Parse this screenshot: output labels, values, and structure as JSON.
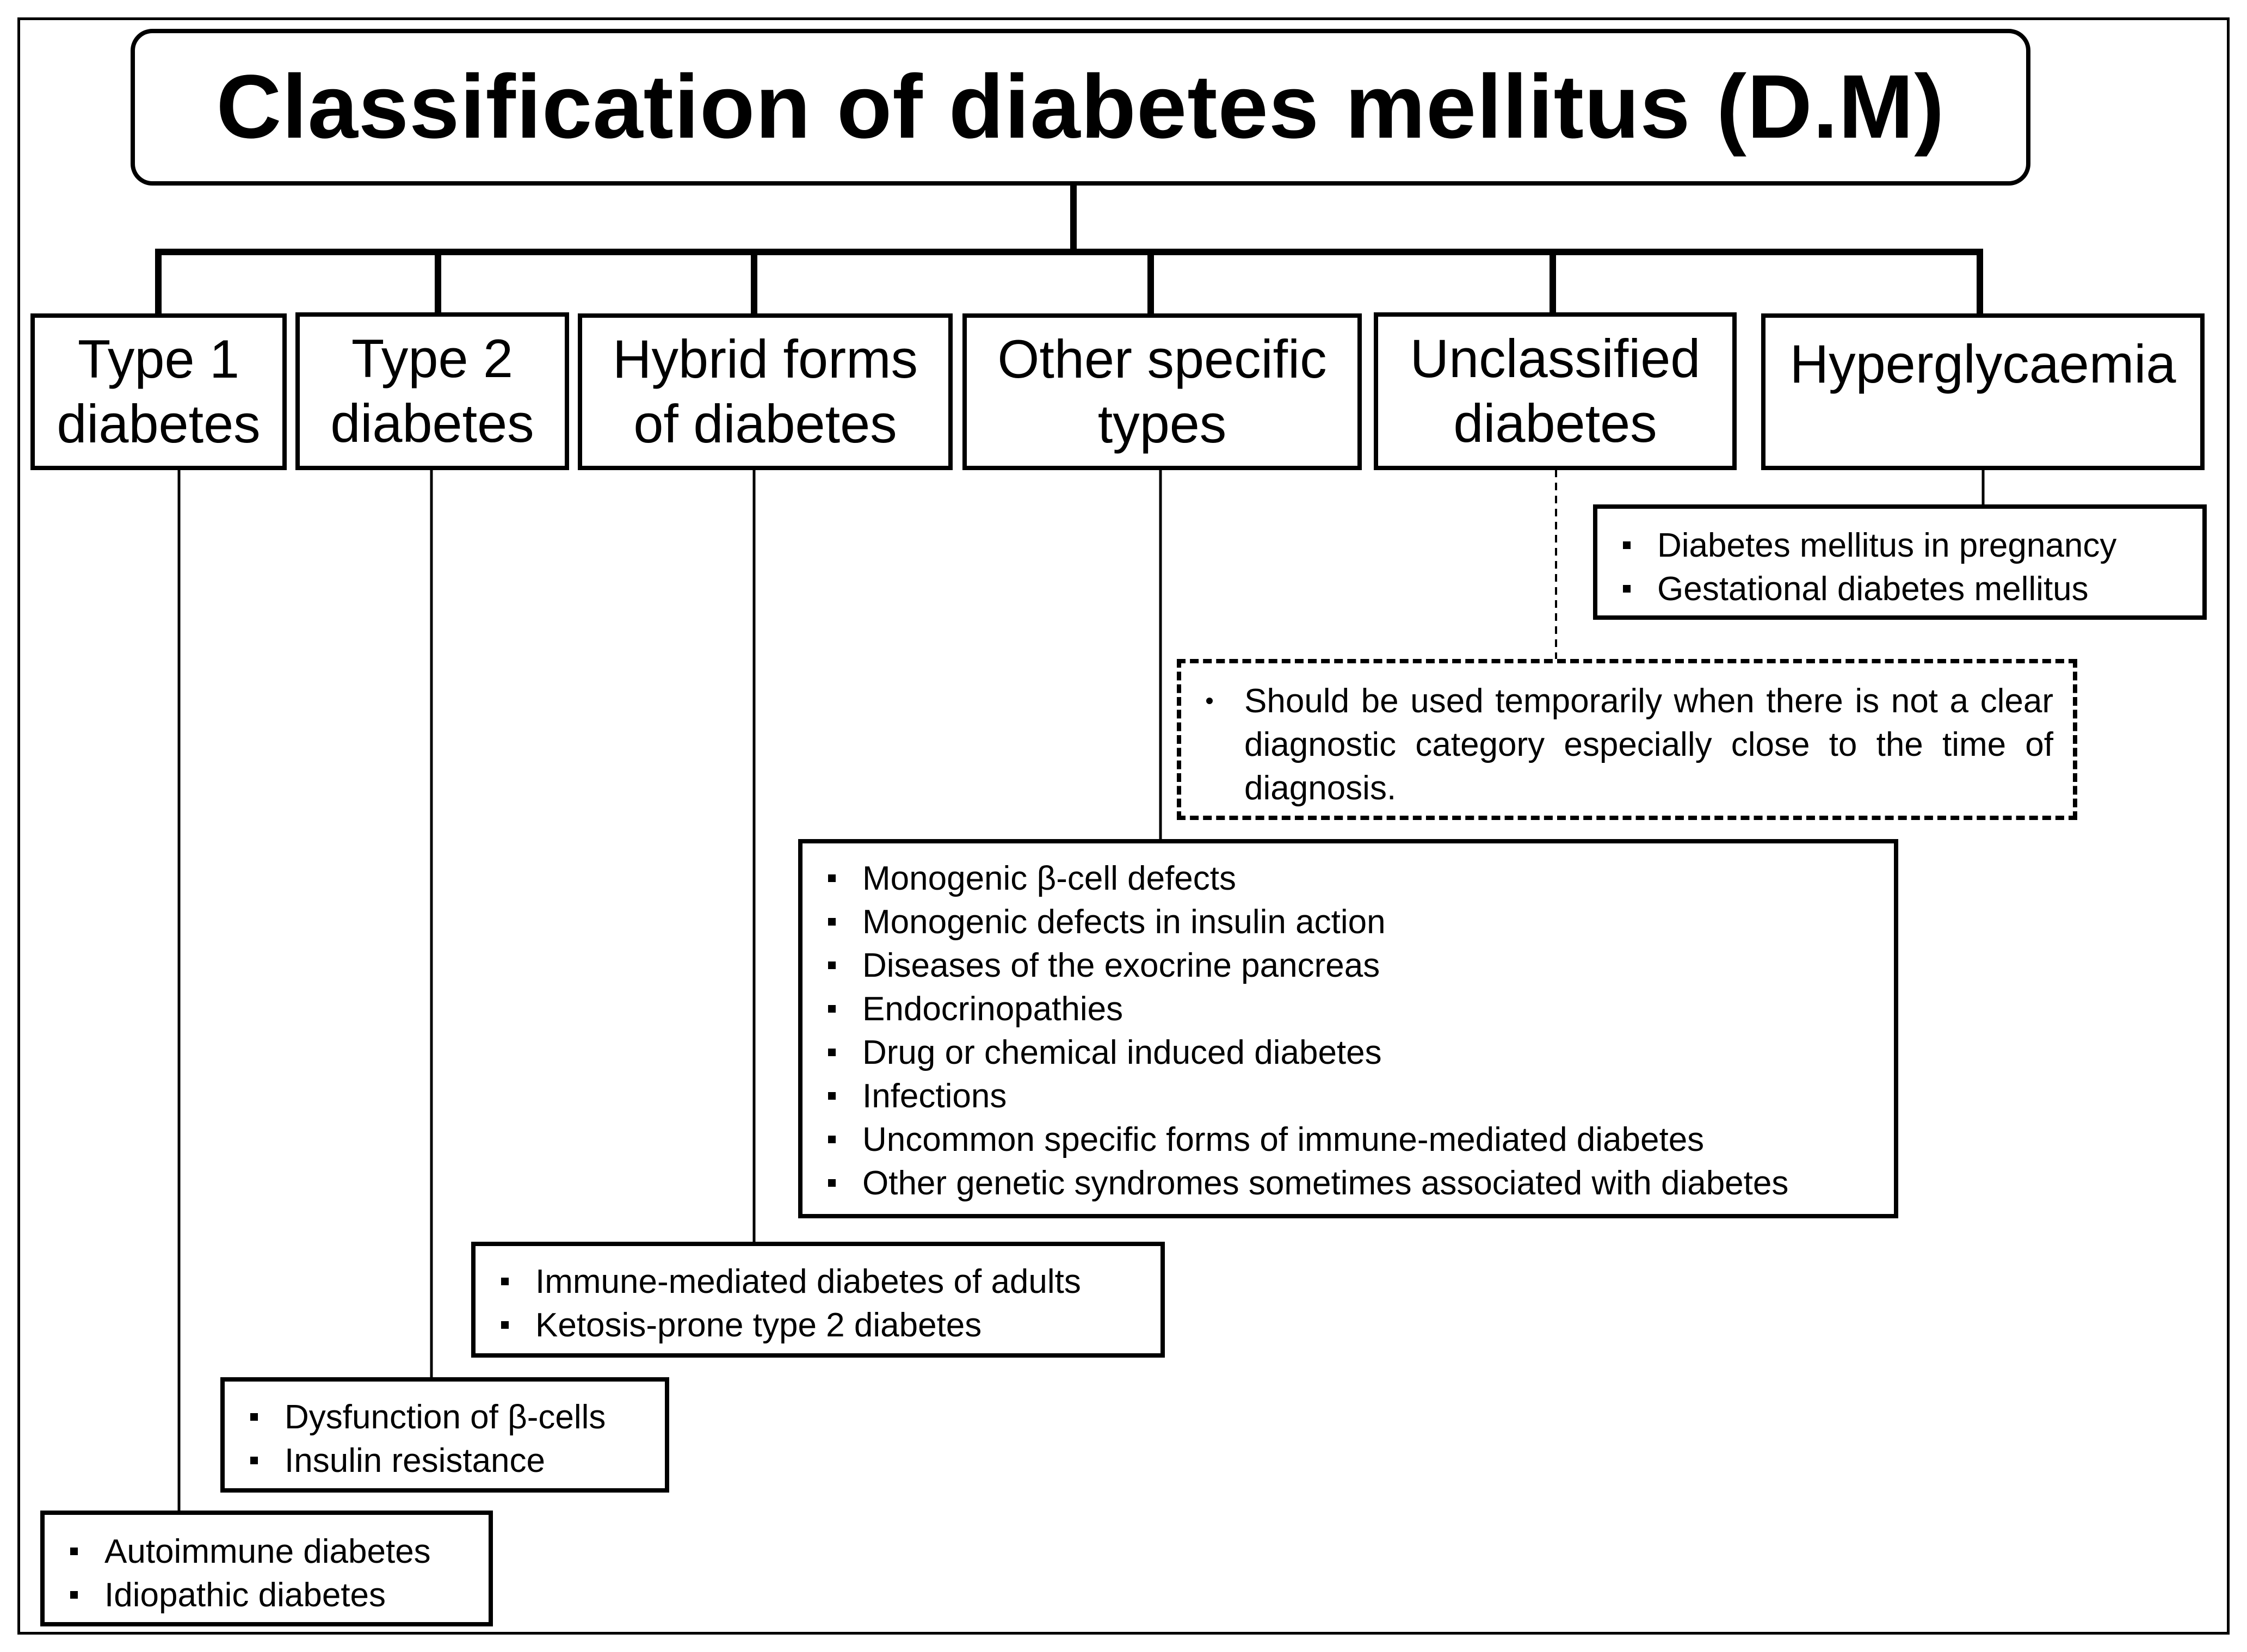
{
  "title": "Classification of diabetes mellitus (D.M)",
  "categories": [
    {
      "line1": "Type 1",
      "line2": "diabetes"
    },
    {
      "line1": "Type 2",
      "line2": "diabetes"
    },
    {
      "line1": "Hybrid forms",
      "line2": "of diabetes"
    },
    {
      "line1": "Other specific",
      "line2": "types"
    },
    {
      "line1": "Unclassified",
      "line2": "diabetes"
    },
    {
      "line1": "Hyperglycaemia",
      "line2": ""
    }
  ],
  "details": {
    "type1": [
      "Autoimmune diabetes",
      "Idiopathic diabetes"
    ],
    "type2": [
      "Dysfunction of  β-cells",
      "Insulin resistance"
    ],
    "hybrid": [
      "Immune-mediated diabetes of adults",
      "Ketosis-prone type 2 diabetes"
    ],
    "other": [
      "Monogenic β-cell defects",
      "Monogenic defects in insulin action",
      "Diseases of the exocrine pancreas",
      "Endocrinopathies",
      "Drug or chemical induced diabetes",
      "Infections",
      "Uncommon specific forms of immune-mediated diabetes",
      "Other genetic syndromes sometimes associated with diabetes"
    ],
    "unclassified": [
      "Should be used temporarily when there is not a clear diagnostic category especially close to the time of diagnosis."
    ],
    "hyperglycaemia": [
      "Diabetes mellitus in pregnancy",
      "Gestational diabetes mellitus"
    ]
  }
}
